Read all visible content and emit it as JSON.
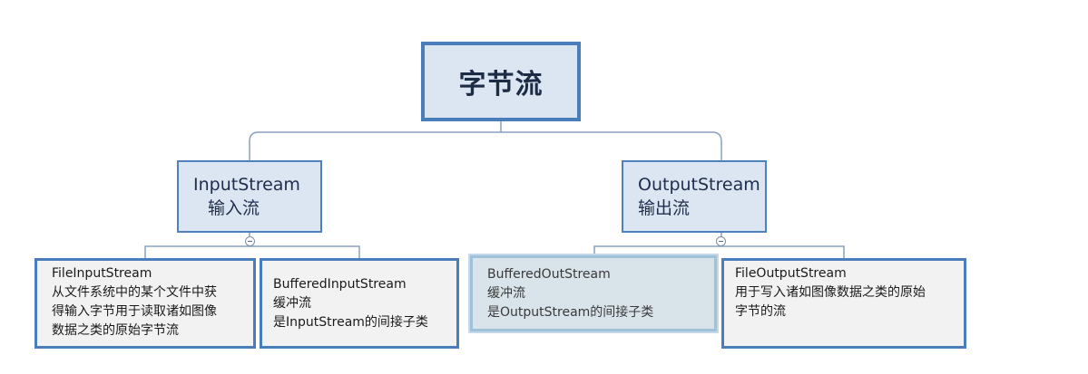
{
  "root": {
    "label": "字节流"
  },
  "input_stream": {
    "line1": "InputStream",
    "line2": "输入流",
    "children": [
      {
        "lines": [
          "FileInputStream",
          "从文件系统中的某个文件中获",
          "得输入字节用于读取诸如图像",
          "数据之类的原始字节流"
        ]
      },
      {
        "lines": [
          "BufferedInputStream",
          "缓冲流",
          "是InputStream的间接子类"
        ]
      }
    ]
  },
  "output_stream": {
    "line1": "OutputStream",
    "line2": "输出流",
    "children": [
      {
        "lines": [
          "BufferedOutStream",
          "缓冲流",
          "是OutputStream的间接子类"
        ]
      },
      {
        "lines": [
          "FileOutputStream",
          "用于写入诸如图像数据之类的原始",
          "字节的流"
        ]
      }
    ]
  },
  "colors": {
    "node_fill": "#dce6f2",
    "node_border": "#4f81bd",
    "leaf_fill": "#f2f2f2",
    "selected_fill": "#d9e3ea",
    "selected_border": "#9fc2da",
    "connector": "#8aa2c3"
  },
  "icons": {
    "collapse": "collapse-minus-icon"
  }
}
